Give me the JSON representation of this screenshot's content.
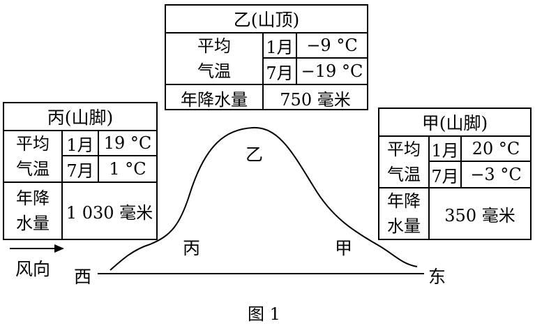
{
  "top_table": {
    "title": "乙(山顶)",
    "temp_label_1": "平均",
    "temp_label_2": "气温",
    "jan_label": "1月",
    "jan_value": "−9 °C",
    "jul_label": "7月",
    "jul_value": "−19 °C",
    "precip_label": "年降水量",
    "precip_value": "750 毫米"
  },
  "left_table": {
    "title": "丙(山脚)",
    "temp_label_1": "平均",
    "temp_label_2": "气温",
    "jan_label": "1月",
    "jan_value": "19 °C",
    "jul_label": "7月",
    "jul_value": "1 °C",
    "precip_label_1": "年降",
    "precip_label_2": "水量",
    "precip_value": "1 030 毫米"
  },
  "right_table": {
    "title": "甲(山脚)",
    "temp_label_1": "平均",
    "temp_label_2": "气温",
    "jan_label": "1月",
    "jan_value": "20 °C",
    "jul_label": "7月",
    "jul_value": "−3 °C",
    "precip_label_1": "年降",
    "precip_label_2": "水量",
    "precip_value": "350 毫米"
  },
  "diagram": {
    "peak_label": "乙",
    "west_slope_label": "丙",
    "east_slope_label": "甲",
    "west_label": "西",
    "east_label": "东",
    "wind_label": "风向"
  },
  "caption": "图 1"
}
